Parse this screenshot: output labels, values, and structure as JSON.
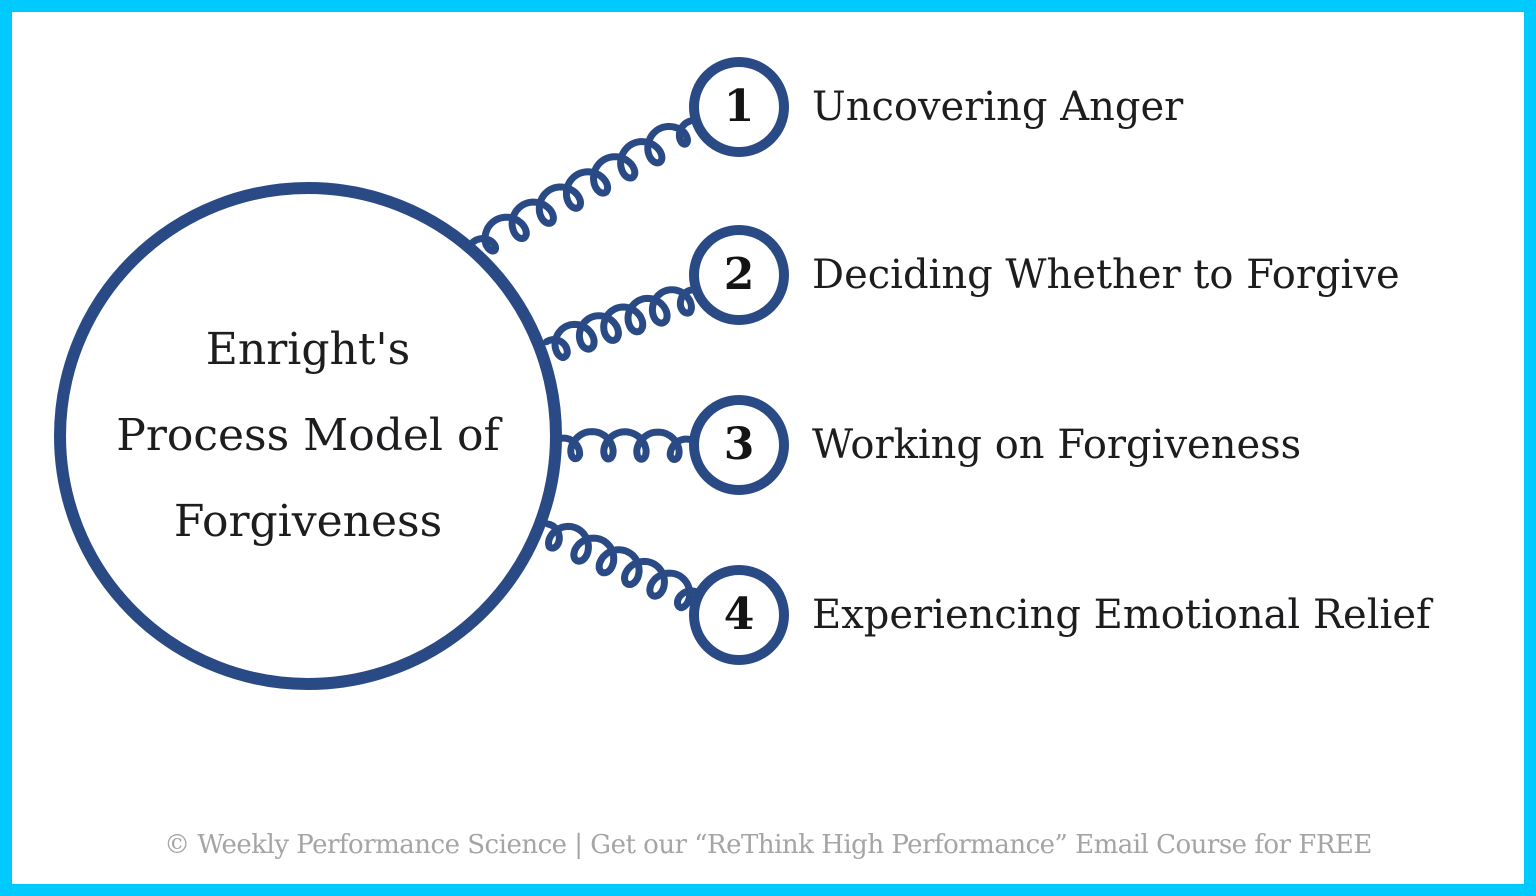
{
  "title": {
    "lines": [
      "Enright's",
      "Process Model of",
      "Forgiveness"
    ]
  },
  "steps": [
    {
      "number": "1",
      "label": "Uncovering Anger"
    },
    {
      "number": "2",
      "label": "Deciding Whether to Forgive"
    },
    {
      "number": "3",
      "label": "Working on Forgiveness"
    },
    {
      "number": "4",
      "label": "Experiencing Emotional Relief"
    }
  ],
  "footer": {
    "text": "© Weekly Performance Science | Get our “ReThink High Performance” Email Course for FREE"
  },
  "colors": {
    "navy": "#2a4a85",
    "cyan": "#00c9fc",
    "ink": "#1d1d1f",
    "footer_gray": "#a6a4a4"
  }
}
